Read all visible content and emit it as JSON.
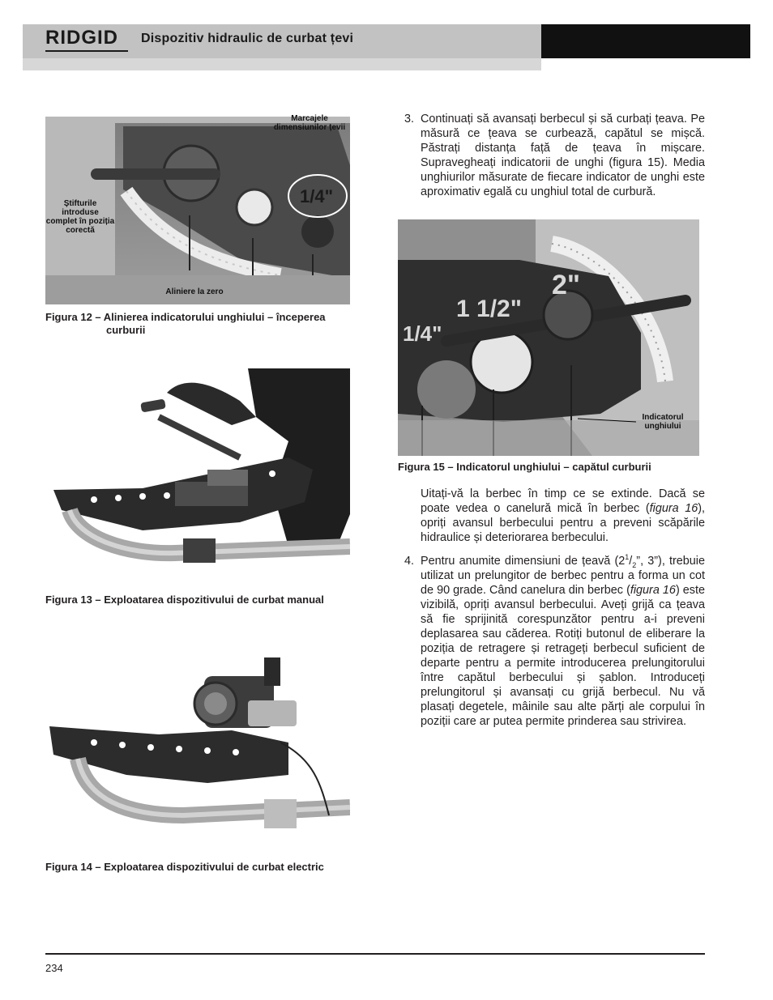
{
  "header": {
    "logo": "RIDGID",
    "title": "Dispozitiv hidraulic de curbat țevi"
  },
  "figure12": {
    "callout_marks": "Marcajele dimensiunilor țevii",
    "callout_pins": "Știfturile introduse complet în poziția corectă",
    "callout_zero": "Aliniere la zero",
    "size_label": "1/4\"",
    "caption_line1": "Figura 12 – Alinierea indicatorului unghiului – începerea",
    "caption_line2": "curburii"
  },
  "figure13": {
    "caption": "Figura 13 – Exploatarea dispozitivului de curbat manual"
  },
  "figure14": {
    "caption": "Figura 14 – Exploatarea dispozitivului de curbat electric"
  },
  "figure15": {
    "labels": [
      "1/4\"",
      "1 1/2\"",
      "2\""
    ],
    "callout_indicator": "Indicatorul unghiului",
    "caption": "Figura 15 – Indicatorul unghiului – capătul curburii"
  },
  "steps": {
    "step3_num": "3.",
    "step3_text": "Continuați să avansați berbecul și să curbați țeava. Pe măsură ce țeava se curbează, capătul se mișcă. Păstrați distanța față de țeava în mișcare. Supravegheați indicatorii de unghi (figura 15). Media unghiurilor măsurate de fiecare indicator de unghi este aproximativ egală cu unghiul total de curbură.",
    "note_pre": "Uitați-vă la berbec în timp ce se extinde. Dacă se poate vedea o canelură mică în berbec (",
    "note_ref": "figura 16",
    "note_post": "), opriți avansul berbecului pentru a preveni scăpările hidraulice și deteriorarea berbecului.",
    "step4_num": "4.",
    "step4_a": "Pentru anumite dimensiuni de țeavă (2",
    "step4_sup": "1",
    "step4_sub": "2",
    "step4_b": "”, 3”), trebuie utilizat un prelungitor de berbec pentru a forma un cot de 90 grade. Când canelura din berbec (",
    "step4_ref": "figura 16",
    "step4_c": ") este vizibilă, opriți avansul berbecului. Aveți grijă ca țeava să fie sprijinită corespunzător pentru a-i preveni deplasarea sau căderea. Rotiți butonul de eliberare la poziția de retragere și retrageți berbecul suficient de departe pentru a permite introducerea prelungitorului între capătul berbecului și șablon. Introduceți prelungitorul și avansați cu grijă berbecul. Nu vă plasați degetele, mâinile sau alte părți ale corpului în poziții care ar putea permite prinderea sau strivirea."
  },
  "footer": {
    "page_number": "234"
  }
}
